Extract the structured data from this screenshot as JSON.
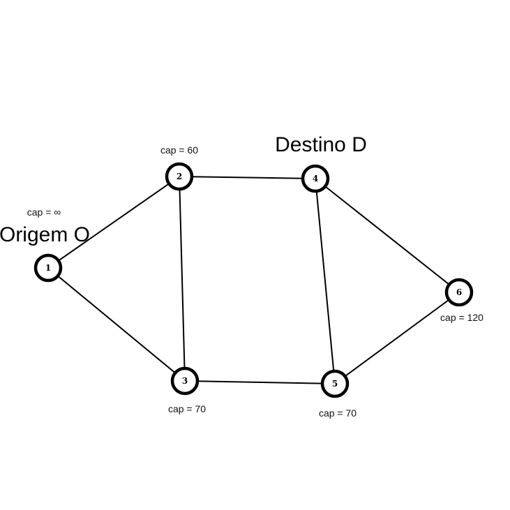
{
  "graph": {
    "nodes": [
      {
        "id": "1",
        "label": "1",
        "cap": "cap = ∞",
        "role": "Origem O"
      },
      {
        "id": "2",
        "label": "2",
        "cap": "cap = 60",
        "role": ""
      },
      {
        "id": "3",
        "label": "3",
        "cap": "cap = 70",
        "role": ""
      },
      {
        "id": "4",
        "label": "4",
        "cap": "",
        "role": "Destino D"
      },
      {
        "id": "5",
        "label": "5",
        "cap": "cap = 70",
        "role": ""
      },
      {
        "id": "6",
        "label": "6",
        "cap": "cap = 120",
        "role": ""
      }
    ],
    "edges": [
      {
        "from": "1",
        "to": "2"
      },
      {
        "from": "1",
        "to": "3"
      },
      {
        "from": "2",
        "to": "3"
      },
      {
        "from": "2",
        "to": "4"
      },
      {
        "from": "3",
        "to": "5"
      },
      {
        "from": "4",
        "to": "5"
      },
      {
        "from": "4",
        "to": "6"
      },
      {
        "from": "5",
        "to": "6"
      }
    ]
  }
}
